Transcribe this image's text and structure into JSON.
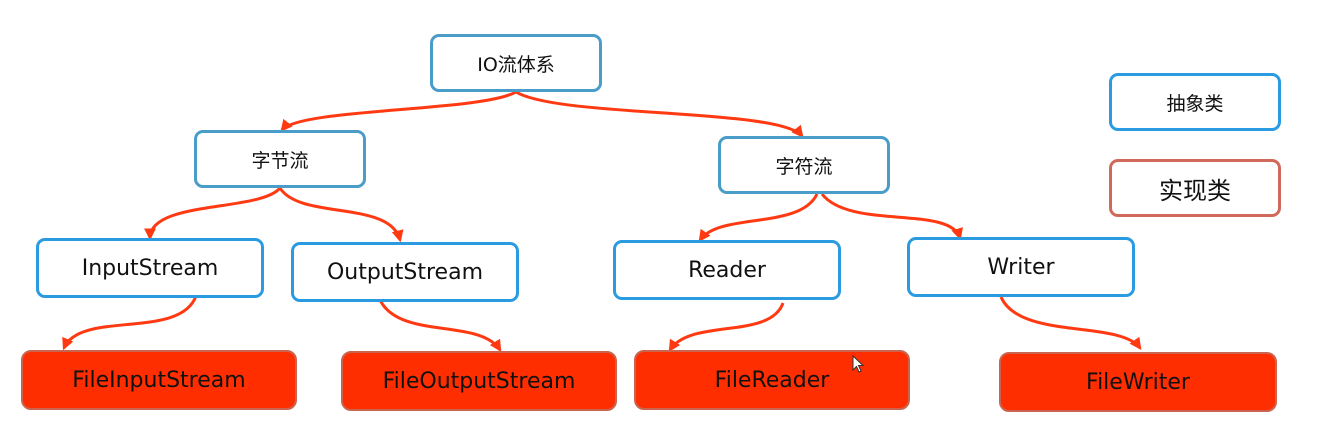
{
  "title": "IO流体系",
  "nodes": {
    "root": "IO流体系",
    "byte_stream": "字节流",
    "char_stream": "字符流",
    "input_stream": "InputStream",
    "output_stream": "OutputStream",
    "reader": "Reader",
    "writer": "Writer",
    "file_input_stream": "FileInputStream",
    "file_output_stream": "FileOutputStream",
    "file_reader": "FileReader",
    "file_writer": "FileWriter"
  },
  "legend": {
    "abstract_class": "抽象类",
    "implementation_class": "实现类"
  },
  "colors": {
    "abstract_border": "#2a9be0",
    "impl_fill": "#ff2e00",
    "edge": "#ff3a12"
  },
  "edges": [
    [
      "root",
      "byte_stream"
    ],
    [
      "root",
      "char_stream"
    ],
    [
      "byte_stream",
      "input_stream"
    ],
    [
      "byte_stream",
      "output_stream"
    ],
    [
      "char_stream",
      "reader"
    ],
    [
      "char_stream",
      "writer"
    ],
    [
      "input_stream",
      "file_input_stream"
    ],
    [
      "output_stream",
      "file_output_stream"
    ],
    [
      "reader",
      "file_reader"
    ],
    [
      "writer",
      "file_writer"
    ]
  ]
}
